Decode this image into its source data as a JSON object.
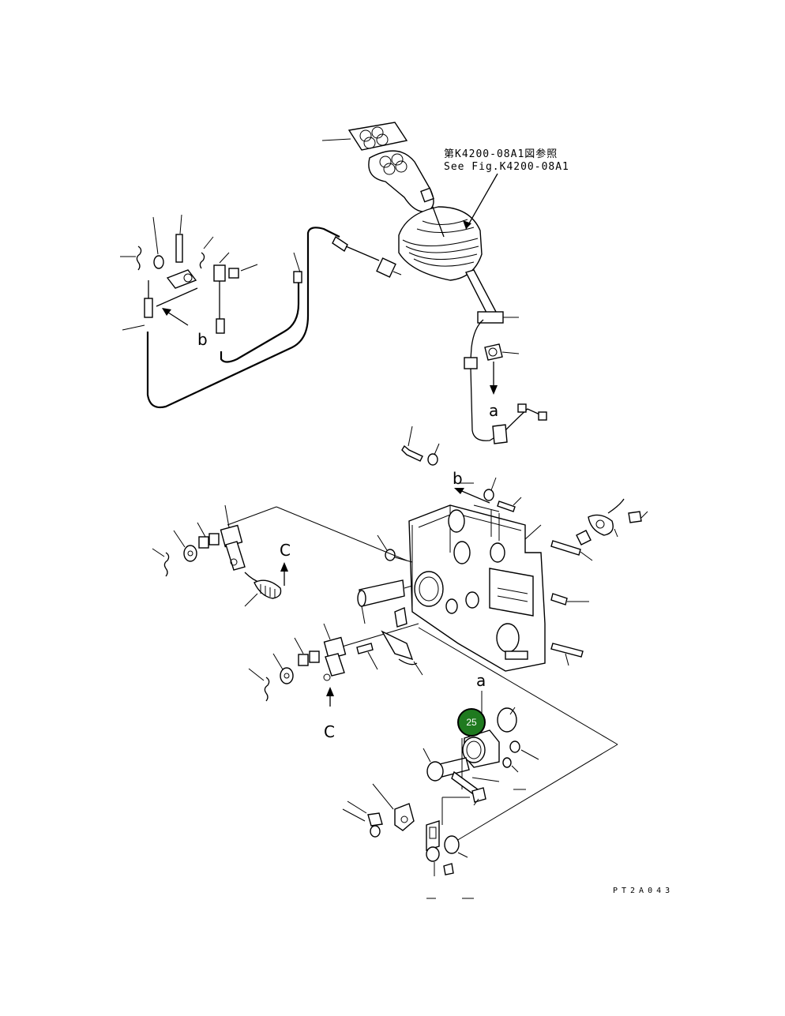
{
  "reference_note": {
    "line_jp": "第K4200-08A1図参照",
    "line_en": "See Fig.K4200-08A1"
  },
  "view_letters": {
    "a_top": "a",
    "a_bottom": "a",
    "b_left": "b",
    "b_right": "b",
    "c_upper": "C",
    "c_lower": "C"
  },
  "plate_code": "PT2A043",
  "callout": {
    "label": "25",
    "color": "#1f7a1f"
  },
  "colors": {
    "line": "#000000",
    "background": "#ffffff"
  }
}
